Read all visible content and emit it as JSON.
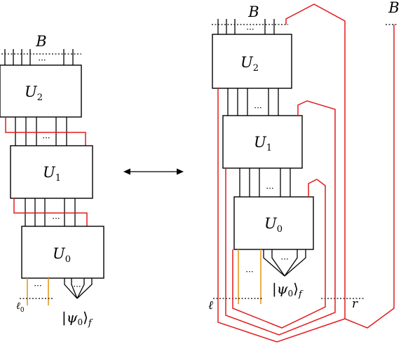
{
  "left": {
    "top_label": "B",
    "gates": [
      {
        "name": "U",
        "sub": "2"
      },
      {
        "name": "U",
        "sub": "1"
      },
      {
        "name": "U",
        "sub": "0"
      }
    ],
    "dots": "···",
    "ell_label": "ℓ",
    "ell_sub": "0",
    "state_ket_open": "|",
    "state_psi": "ψ",
    "state_sub0": "0",
    "state_ket_close": "⟩",
    "state_subf": "f"
  },
  "arrow": "double-arrow",
  "right": {
    "top_label": "B",
    "far_label": "B",
    "gates": [
      {
        "name": "U",
        "sub": "2"
      },
      {
        "name": "U",
        "sub": "1"
      },
      {
        "name": "U",
        "sub": "0"
      }
    ],
    "dots": "···",
    "ell_label": "ℓ",
    "r_label": "r",
    "state_ket_open": "|",
    "state_psi": "ψ",
    "state_sub0": "0",
    "state_ket_close": "⟩",
    "state_subf": "f"
  },
  "colors": {
    "red_wire": "#e41a1c",
    "orange_wire": "#e69a1f",
    "black": "#000000"
  }
}
